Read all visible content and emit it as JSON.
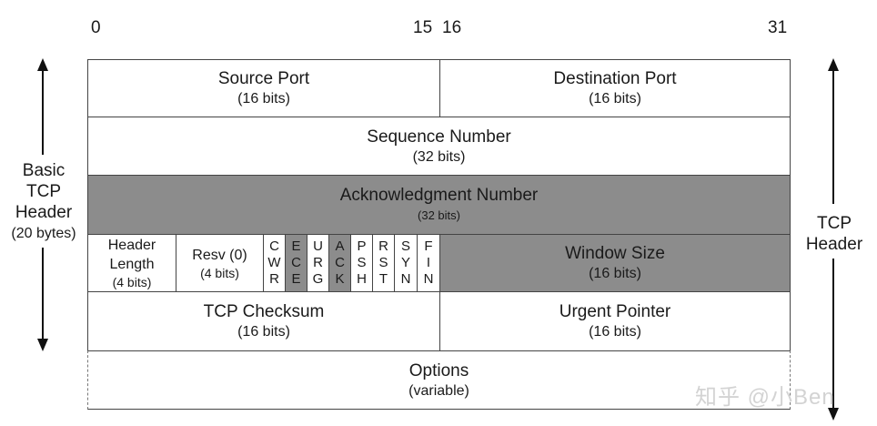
{
  "bit_numbers": {
    "b0": "0",
    "b15": "15",
    "b16": "16",
    "b31": "31"
  },
  "left_label": {
    "line1": "Basic",
    "line2": "TCP",
    "line3": "Header",
    "line4": "(20 bytes)"
  },
  "right_label": {
    "line1": "TCP",
    "line2": "Header"
  },
  "fields": {
    "source_port": {
      "name": "Source Port",
      "size": "(16 bits)"
    },
    "destination_port": {
      "name": "Destination Port",
      "size": "(16 bits)"
    },
    "sequence_number": {
      "name": "Sequence Number",
      "size": "(32 bits)"
    },
    "acknowledgment_number": {
      "name": "Acknowledgment Number",
      "size": "(32 bits)"
    },
    "header_length": {
      "line1": "Header",
      "line2": "Length",
      "size": "(4 bits)"
    },
    "resv": {
      "name": "Resv (0)",
      "size": "(4 bits)"
    },
    "window_size": {
      "name": "Window Size",
      "size": "(16 bits)"
    },
    "tcp_checksum": {
      "name": "TCP Checksum",
      "size": "(16 bits)"
    },
    "urgent_pointer": {
      "name": "Urgent Pointer",
      "size": "(16 bits)"
    },
    "options": {
      "name": "Options",
      "size": "(variable)"
    }
  },
  "flags": [
    {
      "c1": "C",
      "c2": "W",
      "c3": "R",
      "shaded": false
    },
    {
      "c1": "E",
      "c2": "C",
      "c3": "E",
      "shaded": true
    },
    {
      "c1": "U",
      "c2": "R",
      "c3": "G",
      "shaded": false
    },
    {
      "c1": "A",
      "c2": "C",
      "c3": "K",
      "shaded": true
    },
    {
      "c1": "P",
      "c2": "S",
      "c3": "H",
      "shaded": false
    },
    {
      "c1": "R",
      "c2": "S",
      "c3": "T",
      "shaded": false
    },
    {
      "c1": "S",
      "c2": "Y",
      "c3": "N",
      "shaded": false
    },
    {
      "c1": "F",
      "c2": "I",
      "c3": "N",
      "shaded": false
    }
  ],
  "colors": {
    "shaded_field": "#8c8c8c",
    "border": "#444444",
    "arrow": "#111111"
  },
  "watermark": "知乎 @小Ben"
}
